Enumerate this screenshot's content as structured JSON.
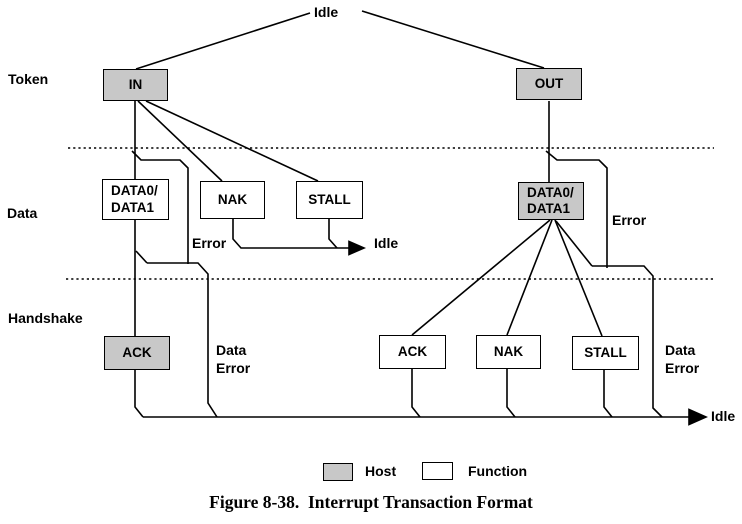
{
  "figure": {
    "caption": "Figure 8-38.  Interrupt Transaction Format",
    "row_labels": {
      "token": "Token",
      "data": "Data",
      "handshake": "Handshake"
    },
    "idle": {
      "top": "Idle",
      "middle": "Idle",
      "bottom": "Idle"
    },
    "errors": {
      "token_error_left": "Error",
      "token_error_right": "Error",
      "data_error_left": "Data\nError",
      "data_error_right": "Data\nError"
    },
    "nodes": {
      "in": "IN",
      "out": "OUT",
      "data01_left": "DATA0/\nDATA1",
      "nak_left": "NAK",
      "stall_left": "STALL",
      "data01_right": "DATA0/\nDATA1",
      "ack_left": "ACK",
      "ack_right": "ACK",
      "nak_right": "NAK",
      "stall_right": "STALL"
    }
  },
  "legend": {
    "host_label": "Host",
    "function_label": "Function"
  },
  "colors": {
    "host_fill": "#c8c8c8",
    "function_fill": "#ffffff",
    "line": "#000000"
  }
}
